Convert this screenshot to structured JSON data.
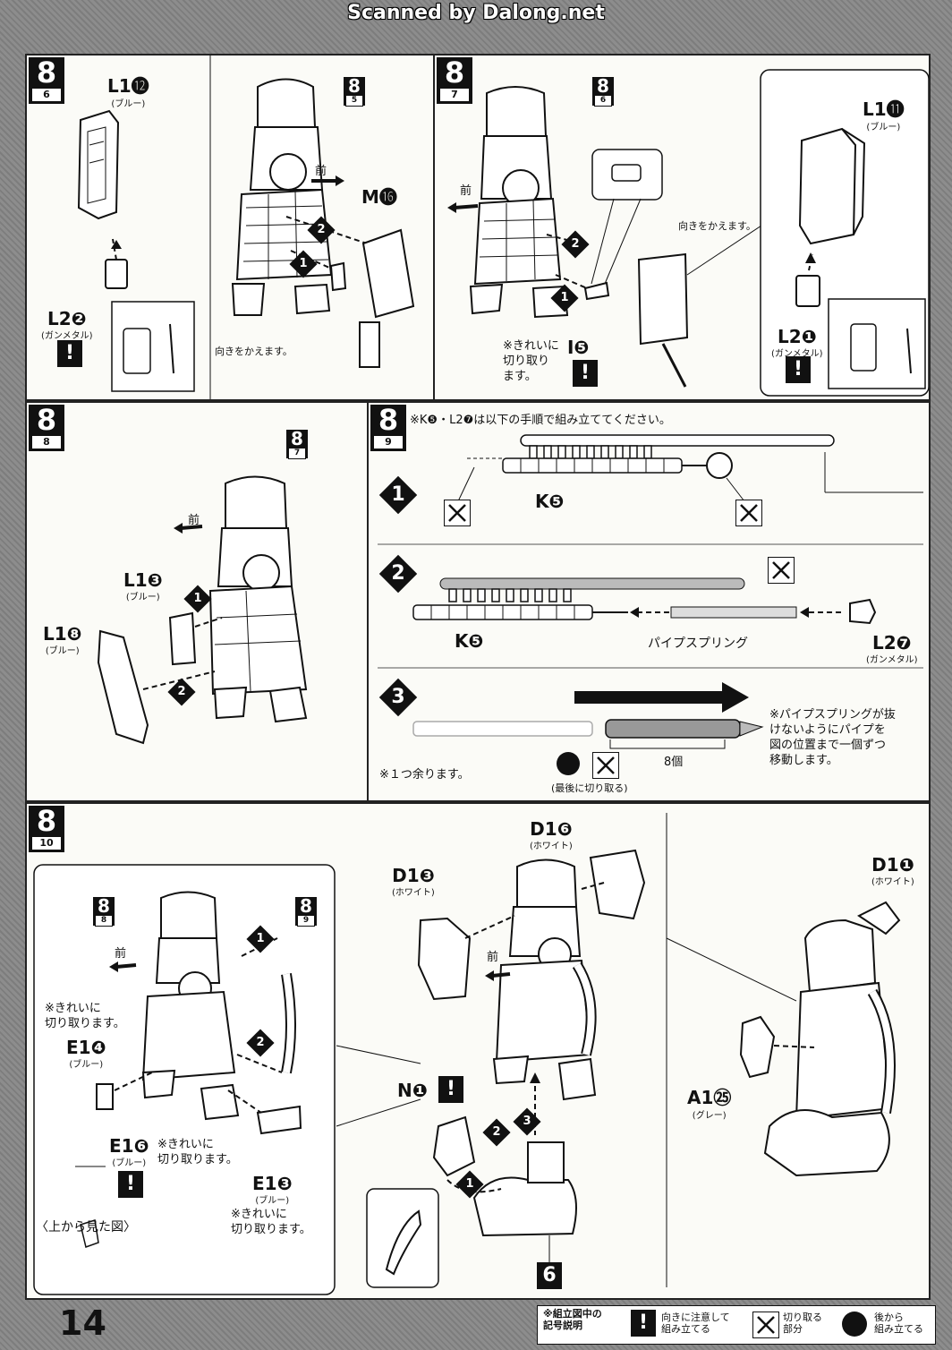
{
  "header": {
    "watermark": "Scanned by Dalong.net"
  },
  "page_number": "14",
  "steps": {
    "s6": {
      "num": "8",
      "sub": "6",
      "ref_num": "8",
      "ref_sub": "5",
      "front": "前",
      "parts": {
        "l1": "L1⓬",
        "l1_color": "(ブルー)",
        "l2": "L2❷",
        "l2_color": "(ガンメタル)",
        "m": "M⓰"
      },
      "note": "向きをかえます。"
    },
    "s7": {
      "num": "8",
      "sub": "7",
      "ref_num": "8",
      "ref_sub": "6",
      "front": "前",
      "parts": {
        "l1": "L1⓫",
        "l1_color": "(ブルー)",
        "l2": "L2❶",
        "l2_color": "(ガンメタル)",
        "i": "I❺"
      },
      "note": "向きをかえます。",
      "clean_cut": "※きれいに\n切り取り\nます。"
    },
    "s8": {
      "num": "8",
      "sub": "8",
      "ref_num": "8",
      "ref_sub": "7",
      "front": "前",
      "parts": {
        "l1a": "L1❸",
        "l1a_color": "(ブルー)",
        "l1b": "L1❽",
        "l1b_color": "(ブルー)"
      }
    },
    "s9": {
      "num": "8",
      "sub": "9",
      "intro": "※K❺・L2❼は以下の手順で組み立ててください。",
      "k5": "K❺",
      "k5b": "K❺",
      "pipe_spring": "パイプスプリング",
      "l2": "L2❼",
      "l2_color": "(ガンメタル)",
      "pipe_note": "※パイプスプリングが抜\nけないようにパイプを\n図の位置まで一個ずつ\n移動します。",
      "leftover": "※１つ余ります。",
      "count": "8個",
      "cut_last": "(最後に切り取る)"
    },
    "s10": {
      "num": "8",
      "sub": "10",
      "ref_a_num": "8",
      "ref_a_sub": "8",
      "ref_b_num": "8",
      "ref_b_sub": "9",
      "front": "前",
      "parts": {
        "e1a": "E1❹",
        "e1a_color": "(ブルー)",
        "e1b": "E1❻",
        "e1b_color": "(ブルー)",
        "e1c": "E1❸",
        "e1c_color": "(ブルー)",
        "d1a": "D1❻",
        "d1a_color": "(ホワイト)",
        "d1b": "D1❸",
        "d1b_color": "(ホワイト)",
        "d1c": "D1❶",
        "d1c_color": "(ホワイト)",
        "n1": "N❶",
        "a1": "A1㉕",
        "a1_color": "(グレー)",
        "six": "6"
      },
      "clean_a": "※きれいに\n切り取ります。",
      "clean_b": "※きれいに\n切り取ります。",
      "clean_c": "※きれいに\n切り取ります。",
      "top_view": "〈上から見た図〉"
    }
  },
  "legend": {
    "title": "※組立図中の\n記号説明",
    "warn": "向きに注意して\n組み立てる",
    "cut": "切り取る\n部分",
    "order": "後から\n組み立てる"
  }
}
